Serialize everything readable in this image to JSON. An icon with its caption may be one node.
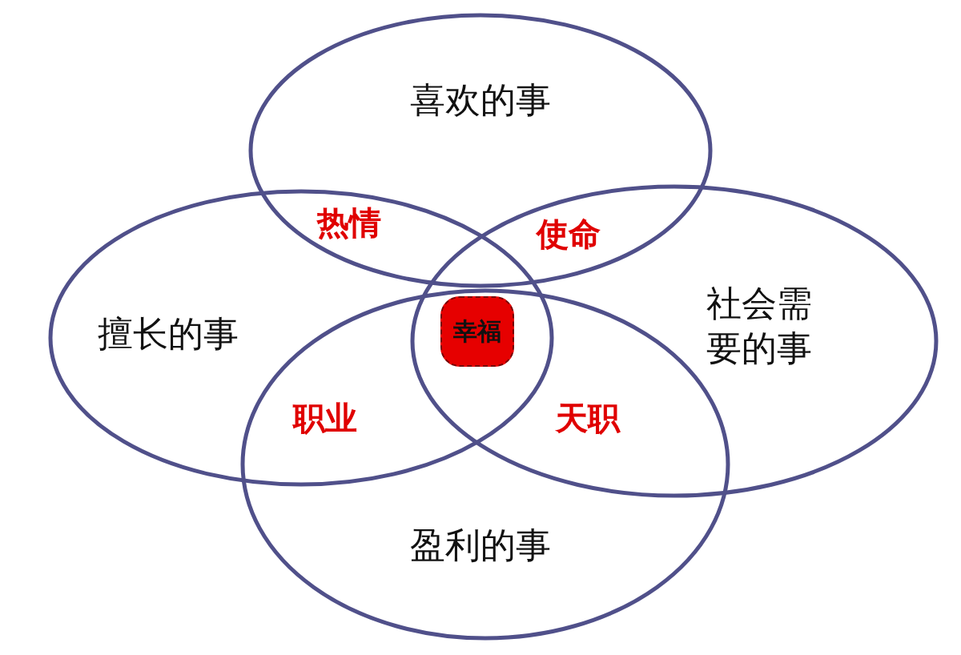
{
  "diagram": {
    "nodes": [
      {
        "text": [
          "喜欢的事"
        ]
      },
      {
        "text": [
          "擅长的事"
        ]
      },
      {
        "text": [
          "社会需要的事"
        ]
      },
      {
        "text": [
          "盈利的事"
        ]
      },
      {
        "text": [
          "幸福"
        ]
      }
    ],
    "labels": [
      "热情",
      "使命",
      "职业",
      "天职"
    ]
  }
}
